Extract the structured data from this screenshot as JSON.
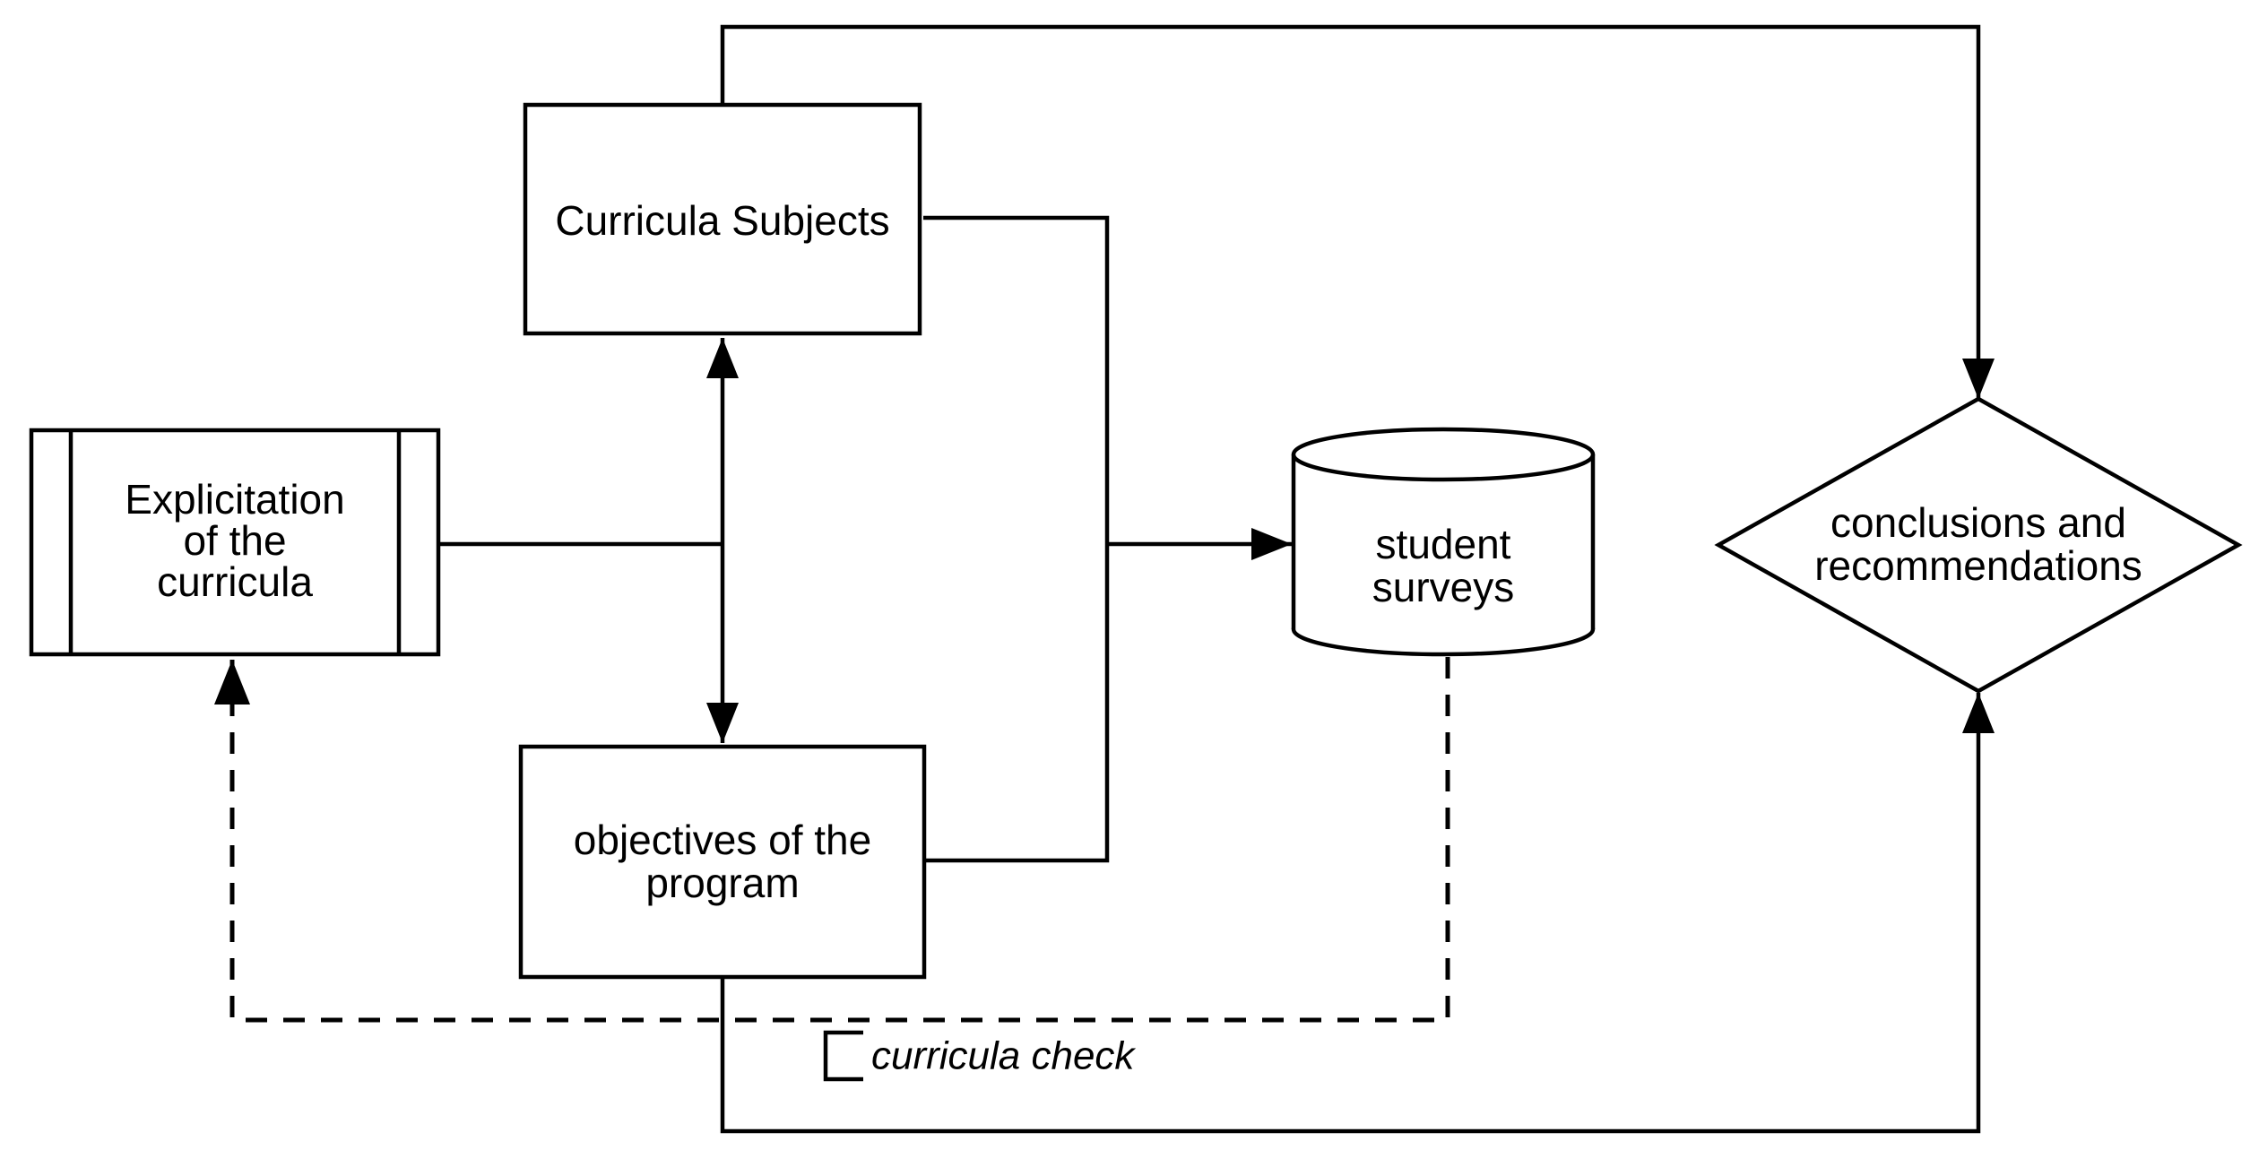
{
  "diagram": {
    "type": "flowchart",
    "background_color": "#ffffff",
    "line_color": "#000000",
    "text_color": "#000000",
    "nodes": {
      "curricula_subjects": {
        "shape": "rectangle",
        "label": "Curricula Subjects"
      },
      "explicitation_of_the_curricula": {
        "shape": "predefined-process",
        "lines": [
          "Explicitation",
          "of the",
          "curricula"
        ]
      },
      "objectives_of_the_program": {
        "shape": "rectangle",
        "lines": [
          "objectives of the",
          "program"
        ]
      },
      "student_surveys": {
        "shape": "cylinder-database",
        "lines": [
          "student",
          "surveys"
        ]
      },
      "conclusions_and_recommendations": {
        "shape": "diamond-decision",
        "lines": [
          "conclusions and",
          "recommendations"
        ]
      }
    },
    "annotations": {
      "curricula_check": {
        "label": "curricula check",
        "style": "italic",
        "marker": "left-bracket"
      }
    },
    "edges": [
      {
        "from": "curricula_subjects",
        "to": "conclusions_and_recommendations",
        "style": "solid",
        "arrowhead": "end",
        "route": "around-top"
      },
      {
        "from": "curricula_subjects",
        "to": "objectives_of_the_program",
        "style": "solid",
        "arrowhead": "both",
        "route": "vertical"
      },
      {
        "from": "explicitation_of_the_curricula",
        "to": "curricula_subjects-objectives_link",
        "style": "solid",
        "arrowhead": "none"
      },
      {
        "from": "curricula_subjects_and_objectives_of_the_program",
        "to": "student_surveys",
        "style": "solid",
        "arrowhead": "end",
        "route": "right-side-merge"
      },
      {
        "from": "student_surveys",
        "to": "explicitation_of_the_curricula",
        "style": "dashed",
        "arrowhead": "end",
        "route": "around-bottom-left"
      },
      {
        "from": "objectives_of_the_program",
        "to": "conclusions_and_recommendations",
        "style": "solid",
        "arrowhead": "end",
        "route": "around-bottom"
      }
    ]
  }
}
